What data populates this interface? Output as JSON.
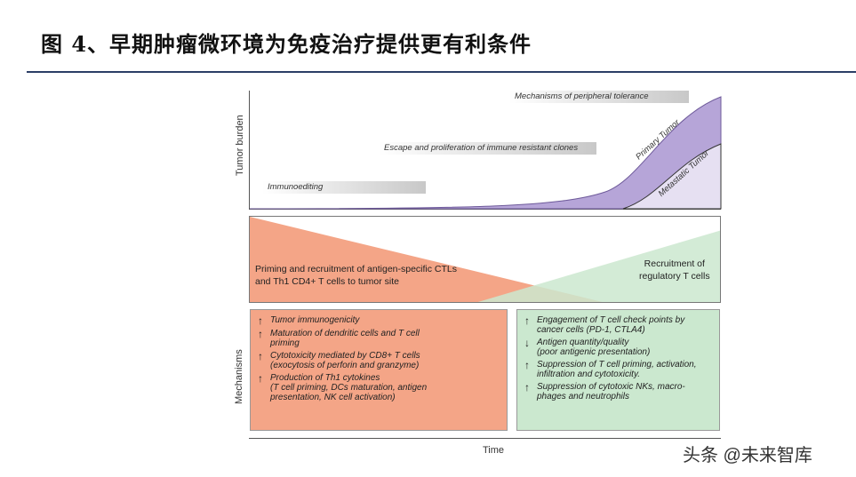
{
  "title": "图 4、早期肿瘤微环境为免疫治疗提供更有利条件",
  "top_panel": {
    "y_label": "Tumor burden",
    "bands": [
      "Mechanisms of peripheral tolerance",
      "Escape and proliferation of immune resistant clones",
      "Immunoediting"
    ],
    "curves": [
      {
        "label": "Primary Tumor",
        "color": "#b6a5d8"
      },
      {
        "label": "Metastatic Tumor",
        "color": "#e6e0f2"
      }
    ]
  },
  "middle_panel": {
    "left_text": [
      "Priming and recruitment of antigen-specific  CTLs",
      "and Th1 CD4+ T cells to tumor site"
    ],
    "right_text": [
      "Recruitment of",
      "regulatory T cells"
    ],
    "left_color": "#f4a587",
    "right_color": "#cbe8cf"
  },
  "mechanisms": {
    "y_label": "Mechanisms",
    "left": [
      {
        "arrow": "↑",
        "text": "Tumor immunogenicity"
      },
      {
        "arrow": "↑",
        "text": "Maturation of dendritic cells and T cell\npriming"
      },
      {
        "arrow": "↑",
        "text": "Cytotoxicity mediated by  CD8+ T cells\n(exocytosis of perforin and granzyme)"
      },
      {
        "arrow": "↑",
        "text": "Production of Th1 cytokines\n  (T cell priming, DCs maturation, antigen\n   presentation, NK cell activation)"
      }
    ],
    "right": [
      {
        "arrow": "↑",
        "text": "Engagement of T cell check points by\ncancer cells (PD-1, CTLA4)"
      },
      {
        "arrow": "↓",
        "text": "Antigen quantity/quality\n(poor antigenic presentation)"
      },
      {
        "arrow": "↑",
        "text": "Suppression of T cell priming, activation,\ninfiltration  and cytotoxicity."
      },
      {
        "arrow": "↑",
        "text": "Suppression of cytotoxic NKs, macro-\nphages and neutrophils"
      }
    ]
  },
  "x_label": "Time",
  "watermark": "头条 @未来智库"
}
